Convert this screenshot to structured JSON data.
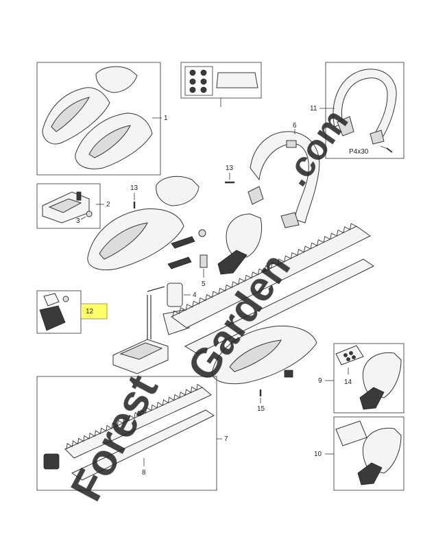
{
  "callouts": {
    "c1": "1",
    "c2": "2",
    "c3": "3",
    "c4": "4",
    "c5": "5",
    "c6": "6",
    "c7": "7",
    "c8": "8",
    "c9": "9",
    "c10": "10",
    "c11": "11",
    "c12": "12",
    "c13a": "13",
    "c13b": "13",
    "c14": "14",
    "c15": "15"
  },
  "screw_label": "P4x30",
  "watermark": {
    "text_green": "Forest",
    "text_orange": "Garden",
    "text_domain": ".com",
    "color_green": "#b5d98a",
    "color_orange": "#f5c77e"
  },
  "highlight_color": "#ffff66"
}
